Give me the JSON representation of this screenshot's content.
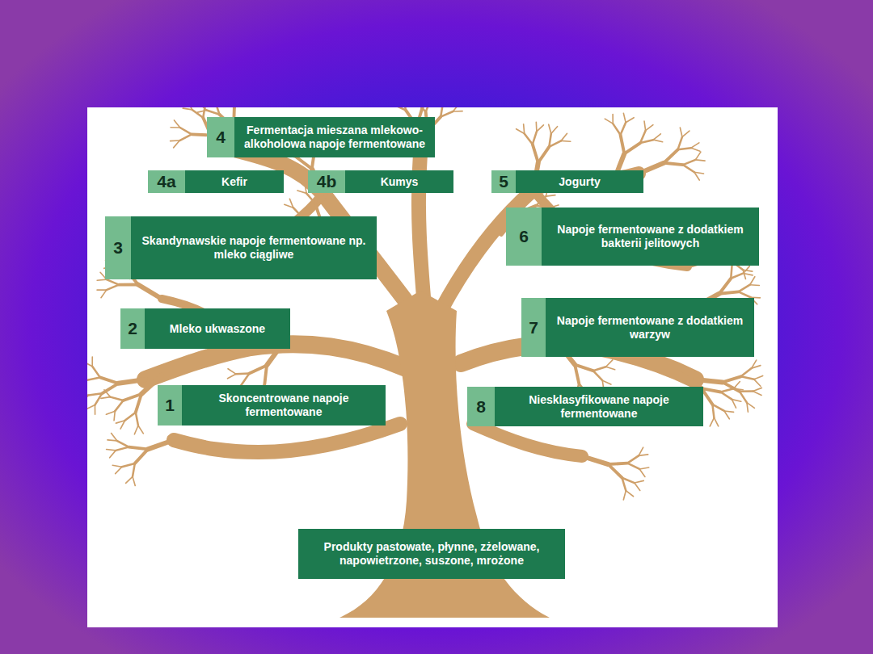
{
  "diagram": {
    "nodes": [
      {
        "text": [
          "4",
          "Fermentacja mieszana mlekowo-alkoholowa napoje fermentowane"
        ]
      },
      {
        "text": [
          "4a",
          "Kefir"
        ]
      },
      {
        "text": [
          "4b",
          "Kumys"
        ]
      },
      {
        "text": [
          "5",
          "Jogurty"
        ]
      },
      {
        "text": [
          "3",
          "Skandynawskie napoje fermentowane np. mleko ciągliwe"
        ]
      },
      {
        "text": [
          "6",
          "Napoje fermentowane z dodatkiem bakterii jelitowych"
        ]
      },
      {
        "text": [
          "2",
          "Mleko ukwaszone"
        ]
      },
      {
        "text": [
          "7",
          "Napoje fermentowane z dodatkiem warzyw"
        ]
      },
      {
        "text": [
          "1",
          "Skoncentrowane napoje fermentowane"
        ]
      },
      {
        "text": [
          "8",
          "Niesklasyfikowane napoje fermentowane"
        ]
      },
      {
        "text": [
          "Produkty pastowate, płynne, zżelowane, napowietrzone, suszone, mrożone"
        ]
      }
    ]
  }
}
